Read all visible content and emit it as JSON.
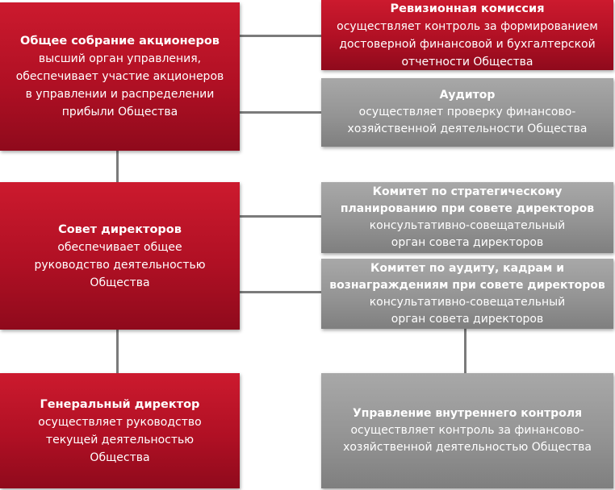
{
  "colors": {
    "main_body_fill": "#b01024",
    "supporting_body_fill": "#949494",
    "connector": "#7b7b7b"
  },
  "general_meeting": {
    "title": "Общее собрание акционеров",
    "description": "высший орган управления,\nобеспечивает участие акционеров\nв управлении и распределении\nприбыли Общества"
  },
  "board_of_directors": {
    "title": "Совет директоров",
    "description": "обеспечивает общее\nруководство деятельностью\nОбщества"
  },
  "general_director": {
    "title": "Генеральный директор",
    "description": "осуществляет руководство\nтекущей деятельностью\nОбщества"
  },
  "audit_commission": {
    "title": "Ревизионная комиссия",
    "description": "осуществляет контроль за формированием\nдостоверной финансовой и бухгалтерской\nотчетности Общества"
  },
  "auditor": {
    "title": "Аудитор",
    "description": "осуществляет проверку финансово-\nхозяйственной деятельности Общества"
  },
  "strategic_committee": {
    "title": "Комитет по стратегическому\nпланированию при совете директоров",
    "description": "консультативно-совещательный\nорган совета директоров"
  },
  "audit_committee": {
    "title": "Комитет по аудиту, кадрам и\nвознаграждениям при совете директоров",
    "description": "консультативно-совещательный\nорган совета директоров"
  },
  "internal_control": {
    "title": "Управление внутреннего контроля",
    "description": "осуществляет контроль за финансово-\nхозяйственной деятельностью Общества"
  }
}
